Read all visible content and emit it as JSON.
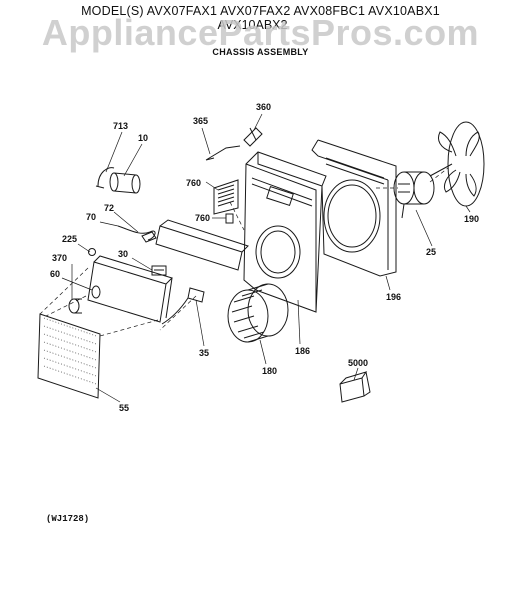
{
  "header": {
    "models_line1": "MODEL(S) AVX07FAX1  AVX07FAX2  AVX08FBC1  AVX10ABX1",
    "models_line2": "AVX10ABX2",
    "subtitle": "CHASSIS ASSEMBLY"
  },
  "watermark": "AppliancePartsPros.com",
  "part_numbers": [
    "713",
    "10",
    "365",
    "360",
    "760",
    "760",
    "72",
    "70",
    "225",
    "30",
    "370",
    "60",
    "35",
    "55",
    "186",
    "180",
    "196",
    "25",
    "190",
    "5000"
  ],
  "reference_code": "(WJ1728)"
}
